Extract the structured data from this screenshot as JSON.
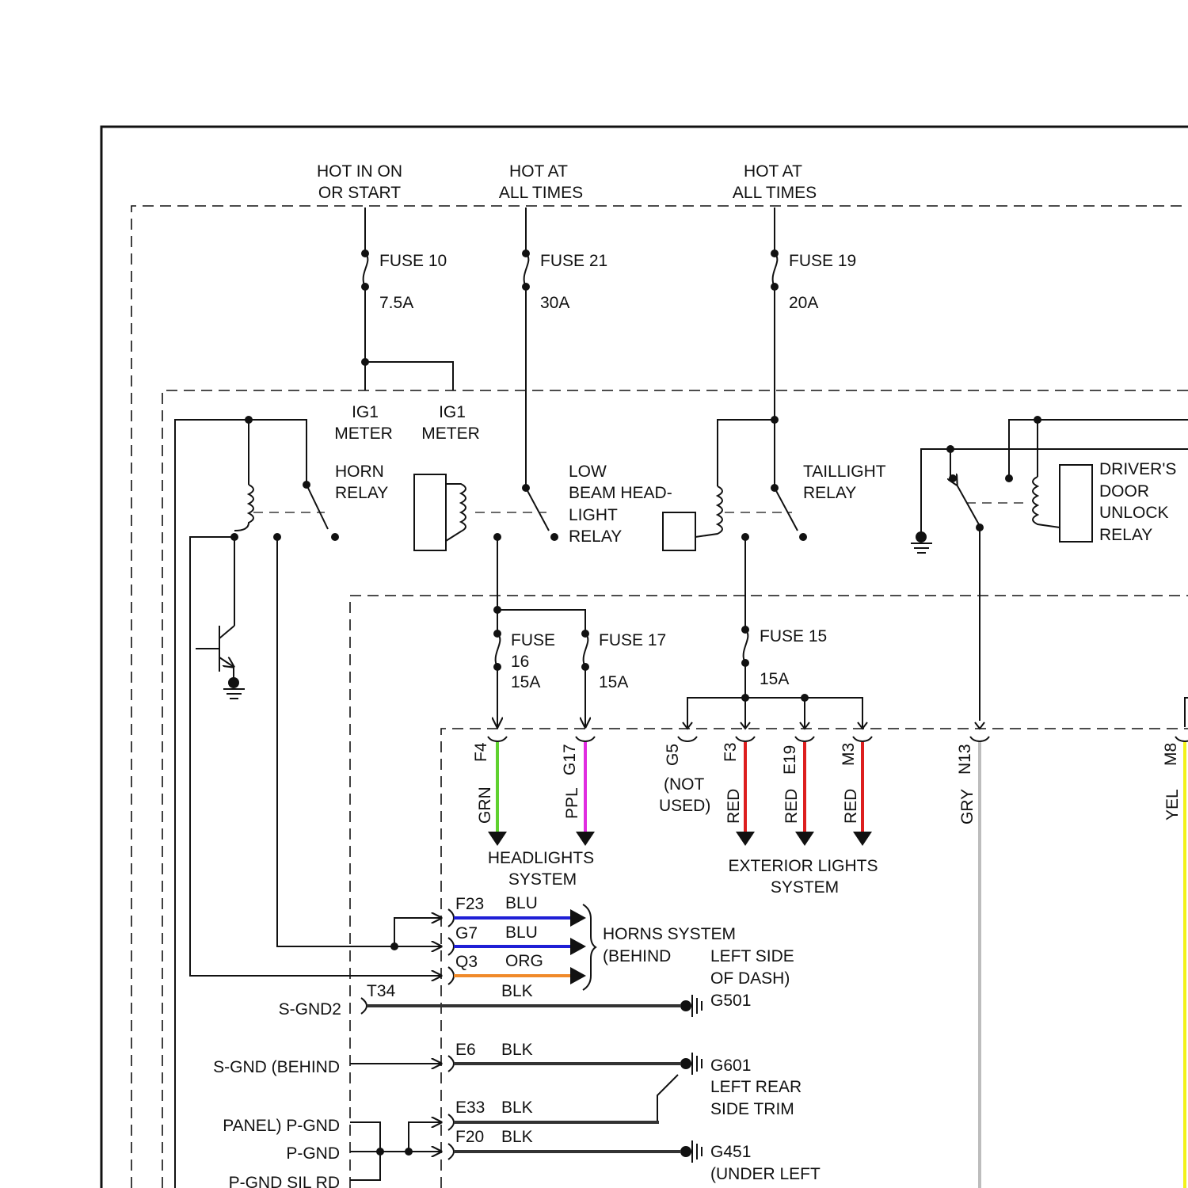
{
  "colors": {
    "GRN": "#5fd12f",
    "PPL": "#e02ce0",
    "RED": "#dd1f1f",
    "GRY": "#bdbdbd",
    "YEL": "#f2f21a",
    "BLU": "#1f1fd6",
    "ORG": "#f08a2a",
    "BLK": "#333333"
  },
  "power": {
    "hot_on_start": [
      "HOT IN ON",
      "OR START"
    ],
    "hot_all_times_1": [
      "HOT AT",
      "ALL TIMES"
    ],
    "hot_all_times_2": [
      "HOT AT",
      "ALL TIMES"
    ]
  },
  "fuses": {
    "f10": {
      "name": "FUSE 10",
      "rating": "7.5A"
    },
    "f21": {
      "name": "FUSE 21",
      "rating": "30A"
    },
    "f19": {
      "name": "FUSE 19",
      "rating": "20A"
    },
    "f16": {
      "name": [
        "FUSE",
        "16"
      ],
      "rating": "15A"
    },
    "f17": {
      "name": "FUSE 17",
      "rating": "15A"
    },
    "f15": {
      "name": "FUSE 15",
      "rating": "15A"
    }
  },
  "ig1_meter_1": [
    "IG1",
    "METER"
  ],
  "ig1_meter_2": [
    "IG1",
    "METER"
  ],
  "relays": {
    "horn": [
      "HORN",
      "RELAY"
    ],
    "low_beam": [
      "LOW",
      "BEAM HEAD-",
      "LIGHT",
      "RELAY"
    ],
    "taillight": [
      "TAILLIGHT",
      "RELAY"
    ],
    "door_unlock": [
      "DRIVER'S",
      "DOOR",
      "UNLOCK",
      "RELAY"
    ]
  },
  "outputs": {
    "f4": {
      "terminal": "F4",
      "wire": "GRN"
    },
    "g17": {
      "terminal": "G17",
      "wire": "PPL"
    },
    "g5": {
      "terminal": "G5",
      "note": [
        "(NOT",
        "USED)"
      ]
    },
    "f3": {
      "terminal": "F3",
      "wire": "RED"
    },
    "e19": {
      "terminal": "E19",
      "wire": "RED"
    },
    "m3": {
      "terminal": "M3",
      "wire": "RED"
    },
    "n13": {
      "terminal": "N13",
      "wire": "GRY"
    },
    "m8": {
      "terminal": "M8",
      "wire": "YEL"
    }
  },
  "systems": {
    "headlights": [
      "HEADLIGHTS",
      "SYSTEM"
    ],
    "exterior": [
      "EXTERIOR LIGHTS",
      "SYSTEM"
    ],
    "horns": [
      "HORNS SYSTEM",
      "(BEHIND",
      "LEFT SIDE",
      "OF DASH)"
    ]
  },
  "horn_wires": [
    {
      "terminal": "F23",
      "wire": "BLU"
    },
    {
      "terminal": "G7",
      "wire": "BLU"
    },
    {
      "terminal": "Q3",
      "wire": "ORG"
    }
  ],
  "grounds": {
    "t34": {
      "terminal": "T34",
      "wire": "BLK",
      "label": "S-GND2",
      "ground": "G501"
    },
    "e6": {
      "terminal": "E6",
      "wire": "BLK",
      "label": "S-GND (BEHIND",
      "ground": "G601"
    },
    "g601_loc": [
      "LEFT REAR",
      "SIDE TRIM"
    ],
    "e33": {
      "terminal": "E33",
      "wire": "BLK",
      "label": "PANEL) P-GND"
    },
    "f20": {
      "terminal": "F20",
      "wire": "BLK",
      "label": "P-GND",
      "ground": "G451"
    },
    "g451_loc": "(UNDER LEFT",
    "p_gnd_sil": "P-GND SIL RD"
  }
}
